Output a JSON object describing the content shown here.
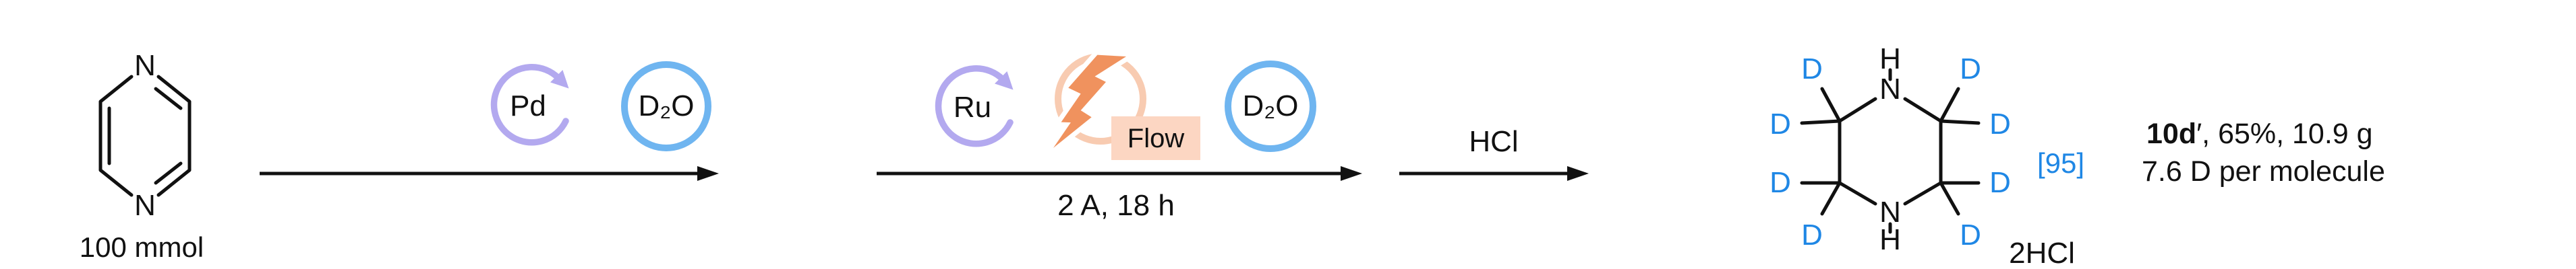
{
  "colors": {
    "accent_purple": "#b3a9ef",
    "accent_blue": "#6fb5f0",
    "accent_peach": "#f8cbb1",
    "accent_orange": "#f0925e",
    "flow_badge_bg": "#fcd6c2",
    "deuterium_blue": "#1f87e5",
    "ink": "#111111"
  },
  "reactant": {
    "n_top": "N",
    "n_bottom": "N",
    "amount": "100 mmol"
  },
  "step1": {
    "catalyst": "Pd",
    "solvent": "D₂O"
  },
  "step2": {
    "catalyst": "Ru",
    "flow_label": "Flow",
    "solvent": "D₂O",
    "conditions": "2 A, 18 h"
  },
  "step3": {
    "reagent": "HCl"
  },
  "product": {
    "h_top": "H",
    "n_top": "N",
    "n_bottom": "N",
    "h_bottom": "H",
    "d": "D",
    "isotope_incorporation": "[95]",
    "salt": "2HCl"
  },
  "result": {
    "compound_id": "10d",
    "prime": "′",
    "details": ", 65%, 10.9 g",
    "line2": "7.6 D per molecule"
  }
}
